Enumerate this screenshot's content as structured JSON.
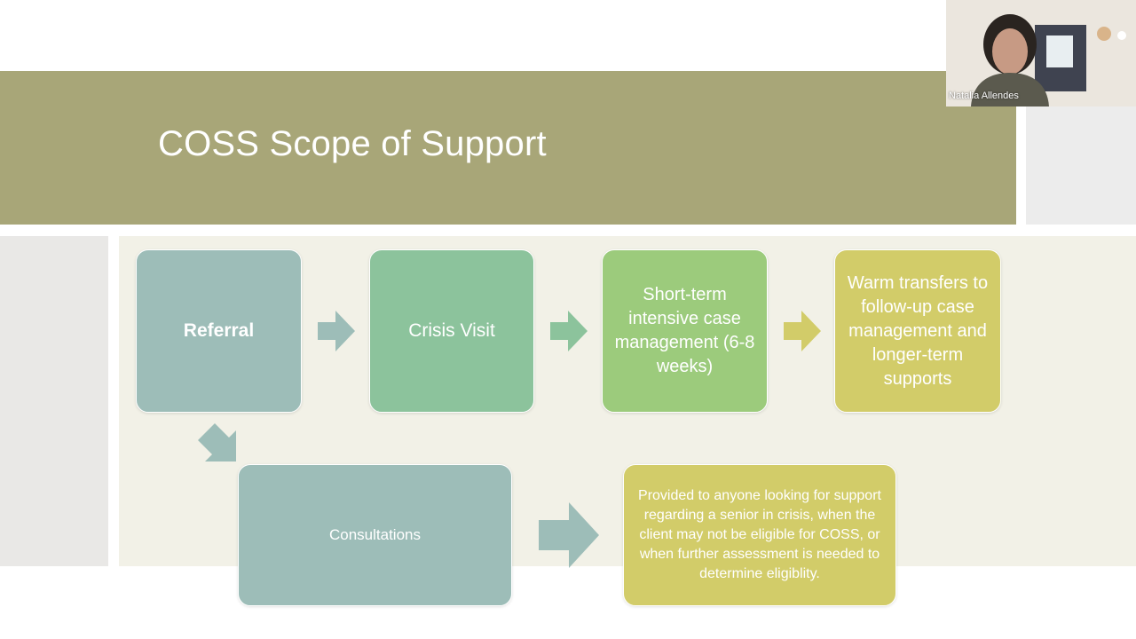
{
  "slide": {
    "title": "COSS Scope of Support",
    "boxes": {
      "referral": "Referral",
      "crisis_visit": "Crisis Visit",
      "short_term": "Short-term intensive case management (6-8 weeks)",
      "warm_transfers": "Warm transfers to follow-up case management and longer-term supports",
      "consultations": "Consultations",
      "provided": "Provided to anyone looking for support regarding a senior in crisis, when the client may not be eligible for COSS, or when further assessment is needed to determine eligiblity."
    }
  },
  "video": {
    "participant_name": "Natalia Allendes"
  },
  "colors": {
    "title_band": "#a8a678",
    "teal": "#9dbdb8",
    "green": "#8cc39c",
    "lime": "#9ccb7c",
    "yellow": "#d2cc69",
    "background": "#f2f1e7"
  }
}
